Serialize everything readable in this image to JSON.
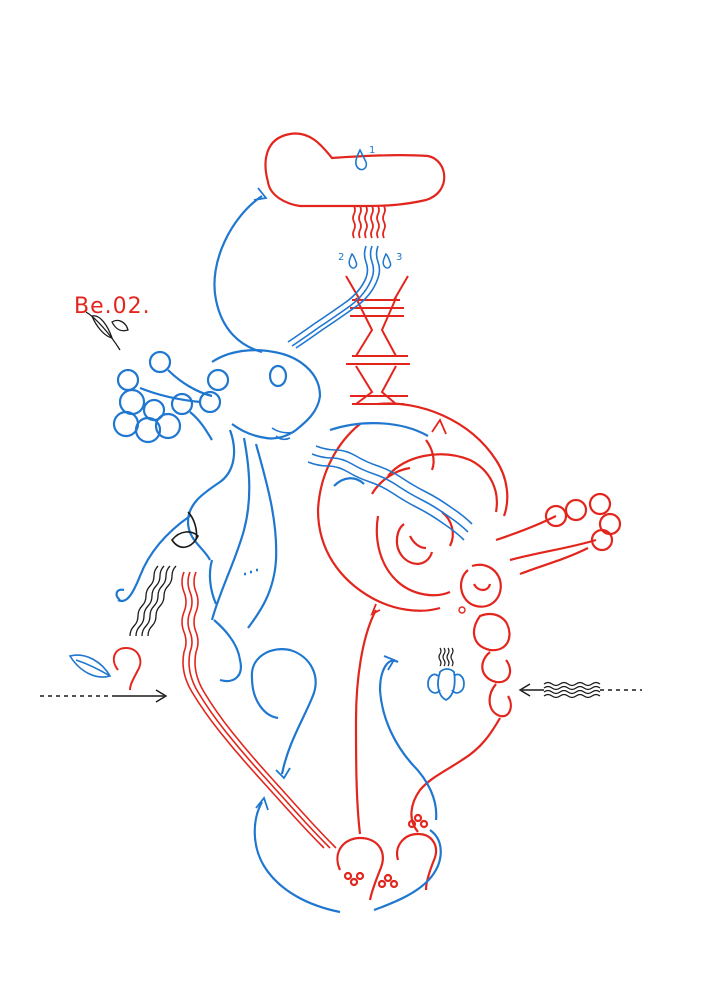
{
  "drawing": {
    "code_label": "Be.02.",
    "drop_numbers": [
      "1",
      "2",
      "3"
    ],
    "colors": {
      "blue": "#1f77d0",
      "red": "#e3261d",
      "black": "#1a1a1a",
      "paper": "#ffffff"
    }
  }
}
